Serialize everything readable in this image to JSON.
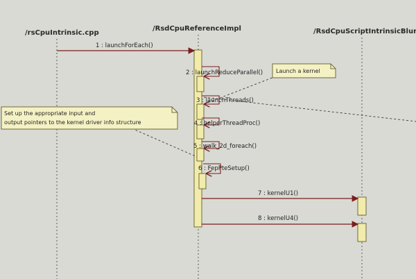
{
  "lifelines": [
    {
      "name": "/rsCpuIntrinsic.cpp"
    },
    {
      "name": "/RsdCpuReferenceImpl"
    },
    {
      "name": "/RsdCpuScriptIntrinsicBlur"
    }
  ],
  "messages": [
    {
      "label": "1 : launchForEach()"
    },
    {
      "label": "2 : launchReduceParallel()"
    },
    {
      "label": "3 : launchThreads()"
    },
    {
      "label": "4 : helperThreadProc()"
    },
    {
      "label": "5 : walk_2d_foreach()"
    },
    {
      "label": "6 : FepPteSetup()"
    },
    {
      "label": "7 : kernelU1()"
    },
    {
      "label": "8 : kernelU4()"
    }
  ],
  "notes": [
    {
      "line1": "Launch a kernel"
    },
    {
      "line1": "Set up the appropriate input and",
      "line2": "output pointers to the kernel driver info structure"
    }
  ],
  "colors": {
    "background": "#d9dad4",
    "activation_fill": "#f2ecac",
    "activation_stroke": "#6e6a3a",
    "note_fill": "#f4f1c4",
    "arrow": "#7a1d1d",
    "lifeline": "#5a5a5a"
  }
}
